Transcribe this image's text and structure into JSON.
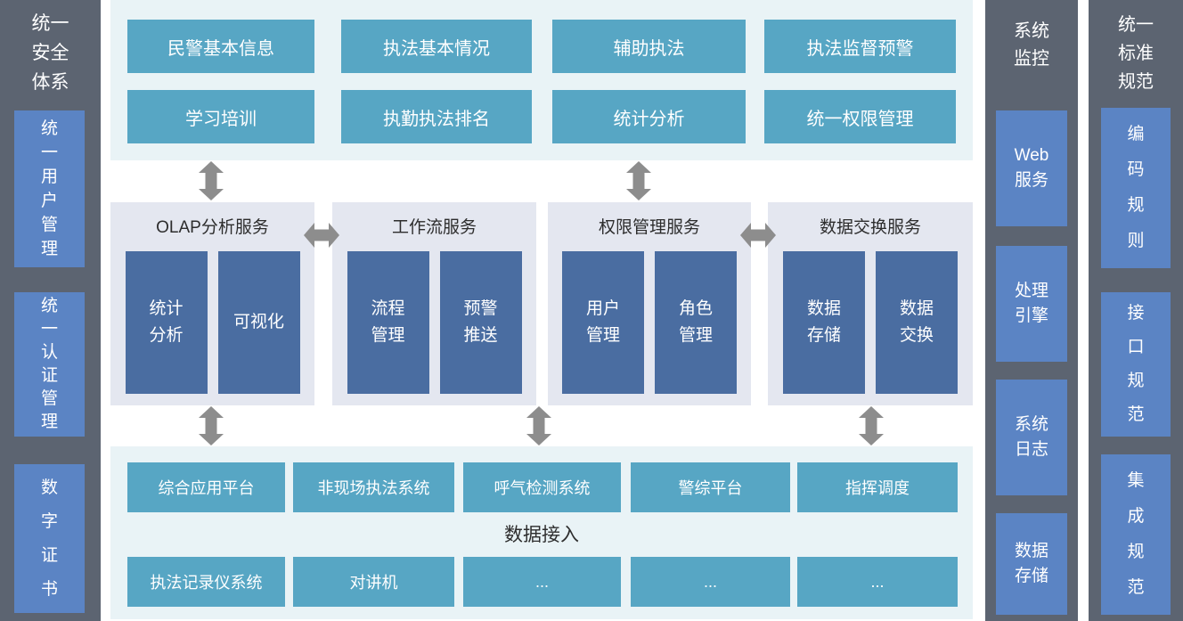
{
  "colors": {
    "slate_column": "#5c6471",
    "blue_box": "#5b84c4",
    "teal_button": "#57a6c4",
    "band_bg": "#e9f3f6",
    "group_bg": "#e4e7f0",
    "sub_box": "#4a6da1",
    "arrow": "#8d8d8d",
    "dark_text": "#2d2d2d"
  },
  "left_sidebar": {
    "title": "统一\n安全\n体系",
    "items": [
      "统\n一\n用\n户\n管\n理",
      "统\n一\n认\n证\n管\n理",
      "数\n字\n证\n书"
    ]
  },
  "top_band": {
    "buttons": [
      "民警基本信息",
      "执法基本情况",
      "辅助执法",
      "执法监督预警",
      "学习培训",
      "执勤执法排名",
      "统计分析",
      "统一权限管理"
    ]
  },
  "services": [
    {
      "title": "OLAP分析服务",
      "boxes": [
        "统计\n分析",
        "可视化"
      ]
    },
    {
      "title": "工作流服务",
      "boxes": [
        "流程\n管理",
        "预警\n推送"
      ]
    },
    {
      "title": "权限管理服务",
      "boxes": [
        "用户\n管理",
        "角色\n管理"
      ]
    },
    {
      "title": "数据交换服务",
      "boxes": [
        "数据\n存储",
        "数据\n交换"
      ]
    }
  ],
  "bottom_band": {
    "row1": [
      "综合应用平台",
      "非现场执法系统",
      "呼气检测系统",
      "警综平台",
      "指挥调度"
    ],
    "label": "数据接入",
    "row2": [
      "执法记录仪系统",
      "对讲机",
      "...",
      "...",
      "..."
    ]
  },
  "monitor_column": {
    "title": "系统\n监控",
    "items": [
      "Web\n服务",
      "处理\n引擎",
      "系统\n日志",
      "数据\n存储"
    ]
  },
  "standards_column": {
    "title": "统一\n标准\n规范",
    "items": [
      "编\n码\n规\n则",
      "接\n口\n规\n范",
      "集\n成\n规\n范"
    ]
  }
}
